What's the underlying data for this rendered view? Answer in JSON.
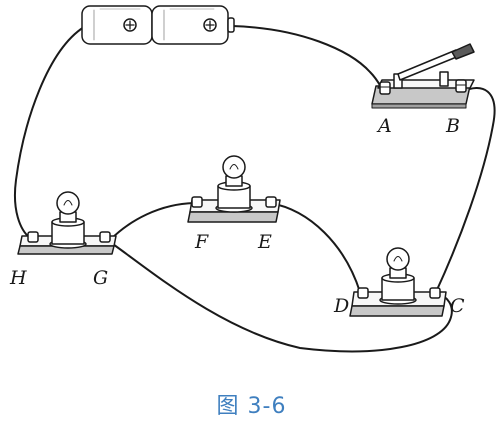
{
  "diagram": {
    "labels": {
      "a": "A",
      "b": "B",
      "c": "C",
      "d": "D",
      "e": "E",
      "f": "F",
      "g": "G",
      "h": "H"
    },
    "caption": "图 3-6"
  },
  "colors": {
    "line": "#1a1a1a",
    "base_top": "#f7f7f7",
    "base_side": "#c8c8c8",
    "caption": "#3f7fbf"
  }
}
